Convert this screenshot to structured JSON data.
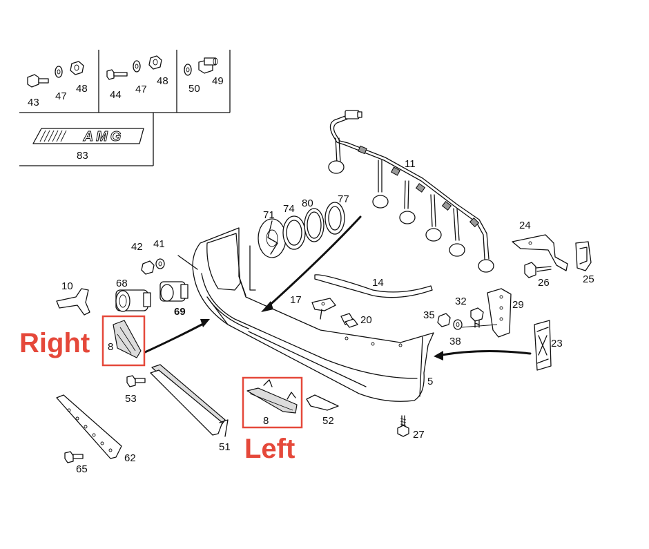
{
  "labels": {
    "n43": "43",
    "n47a": "47",
    "n48a": "48",
    "n44": "44",
    "n47b": "47",
    "n48b": "48",
    "n50": "50",
    "n49": "49",
    "n83": "83",
    "n11": "11",
    "n71": "71",
    "n74": "74",
    "n80": "80",
    "n77": "77",
    "n24": "24",
    "n26": "26",
    "n25": "25",
    "n42": "42",
    "n41": "41",
    "n10": "10",
    "n68": "68",
    "n69": "69",
    "n14": "14",
    "n17": "17",
    "n20": "20",
    "n32": "32",
    "n29": "29",
    "n35": "35",
    "n38": "38",
    "n23": "23",
    "n8r": "8",
    "n53": "53",
    "n5": "5",
    "n8l": "8",
    "n52": "52",
    "n27": "27",
    "n51": "51",
    "n62": "62",
    "n65": "65"
  },
  "badge": {
    "text": "AMG"
  },
  "annotations": {
    "right": "Right",
    "left": "Left"
  },
  "colors": {
    "annotation": "#e5483a",
    "line": "#111111"
  }
}
